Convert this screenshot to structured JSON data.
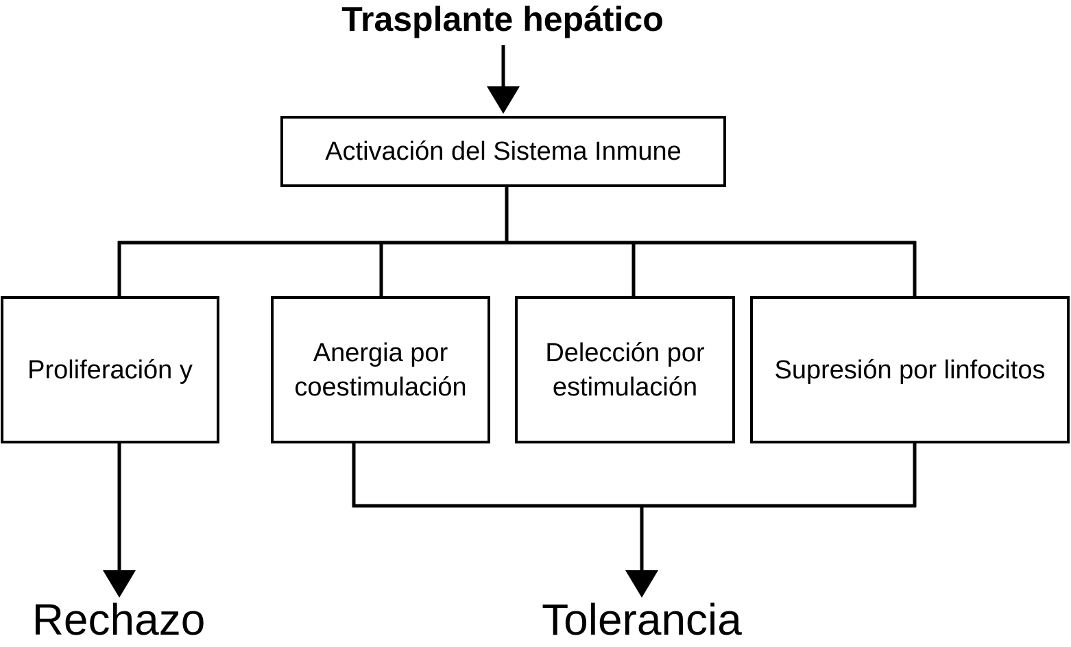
{
  "diagram": {
    "title": "Trasplante hepático",
    "center_box": "Activación del Sistema Inmune",
    "branches": [
      {
        "id": "proliferacion",
        "label": "Proliferación y"
      },
      {
        "id": "anergia",
        "label": "Anergia por\ncoestimulación"
      },
      {
        "id": "deleccion",
        "label": "Delección por\nestimulación"
      },
      {
        "id": "supresion",
        "label": "Supresión por linfocitos"
      }
    ],
    "outcomes": {
      "rejection": "Rechazo",
      "tolerance": "Tolerancia"
    },
    "colors": {
      "line": "#000000",
      "background": "#ffffff",
      "text": "#000000"
    }
  }
}
